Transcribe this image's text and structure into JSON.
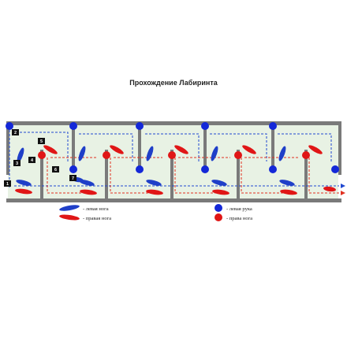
{
  "title": "Прохождение Лабиринта",
  "colors": {
    "wall": "#7a7a7a",
    "floor": "#e8f2e4",
    "left_foot": "#1f3fc8",
    "right_foot": "#e01616",
    "left_hand": "#1428d8",
    "path_blue": "#2048d0",
    "path_red": "#e03020",
    "marker_bg": "#111111"
  },
  "step_markers": [
    "1",
    "2",
    "3",
    "4",
    "5",
    "6",
    "7"
  ],
  "legend": {
    "left_foot": "- левая нога",
    "right_foot": "- правая нога",
    "left_hand": "- левая рука",
    "right_hand": "- права нога"
  },
  "icons": [
    "blue-foot-icon",
    "red-foot-icon",
    "blue-hand-icon",
    "red-hand-icon",
    "arrow-right-icon"
  ]
}
